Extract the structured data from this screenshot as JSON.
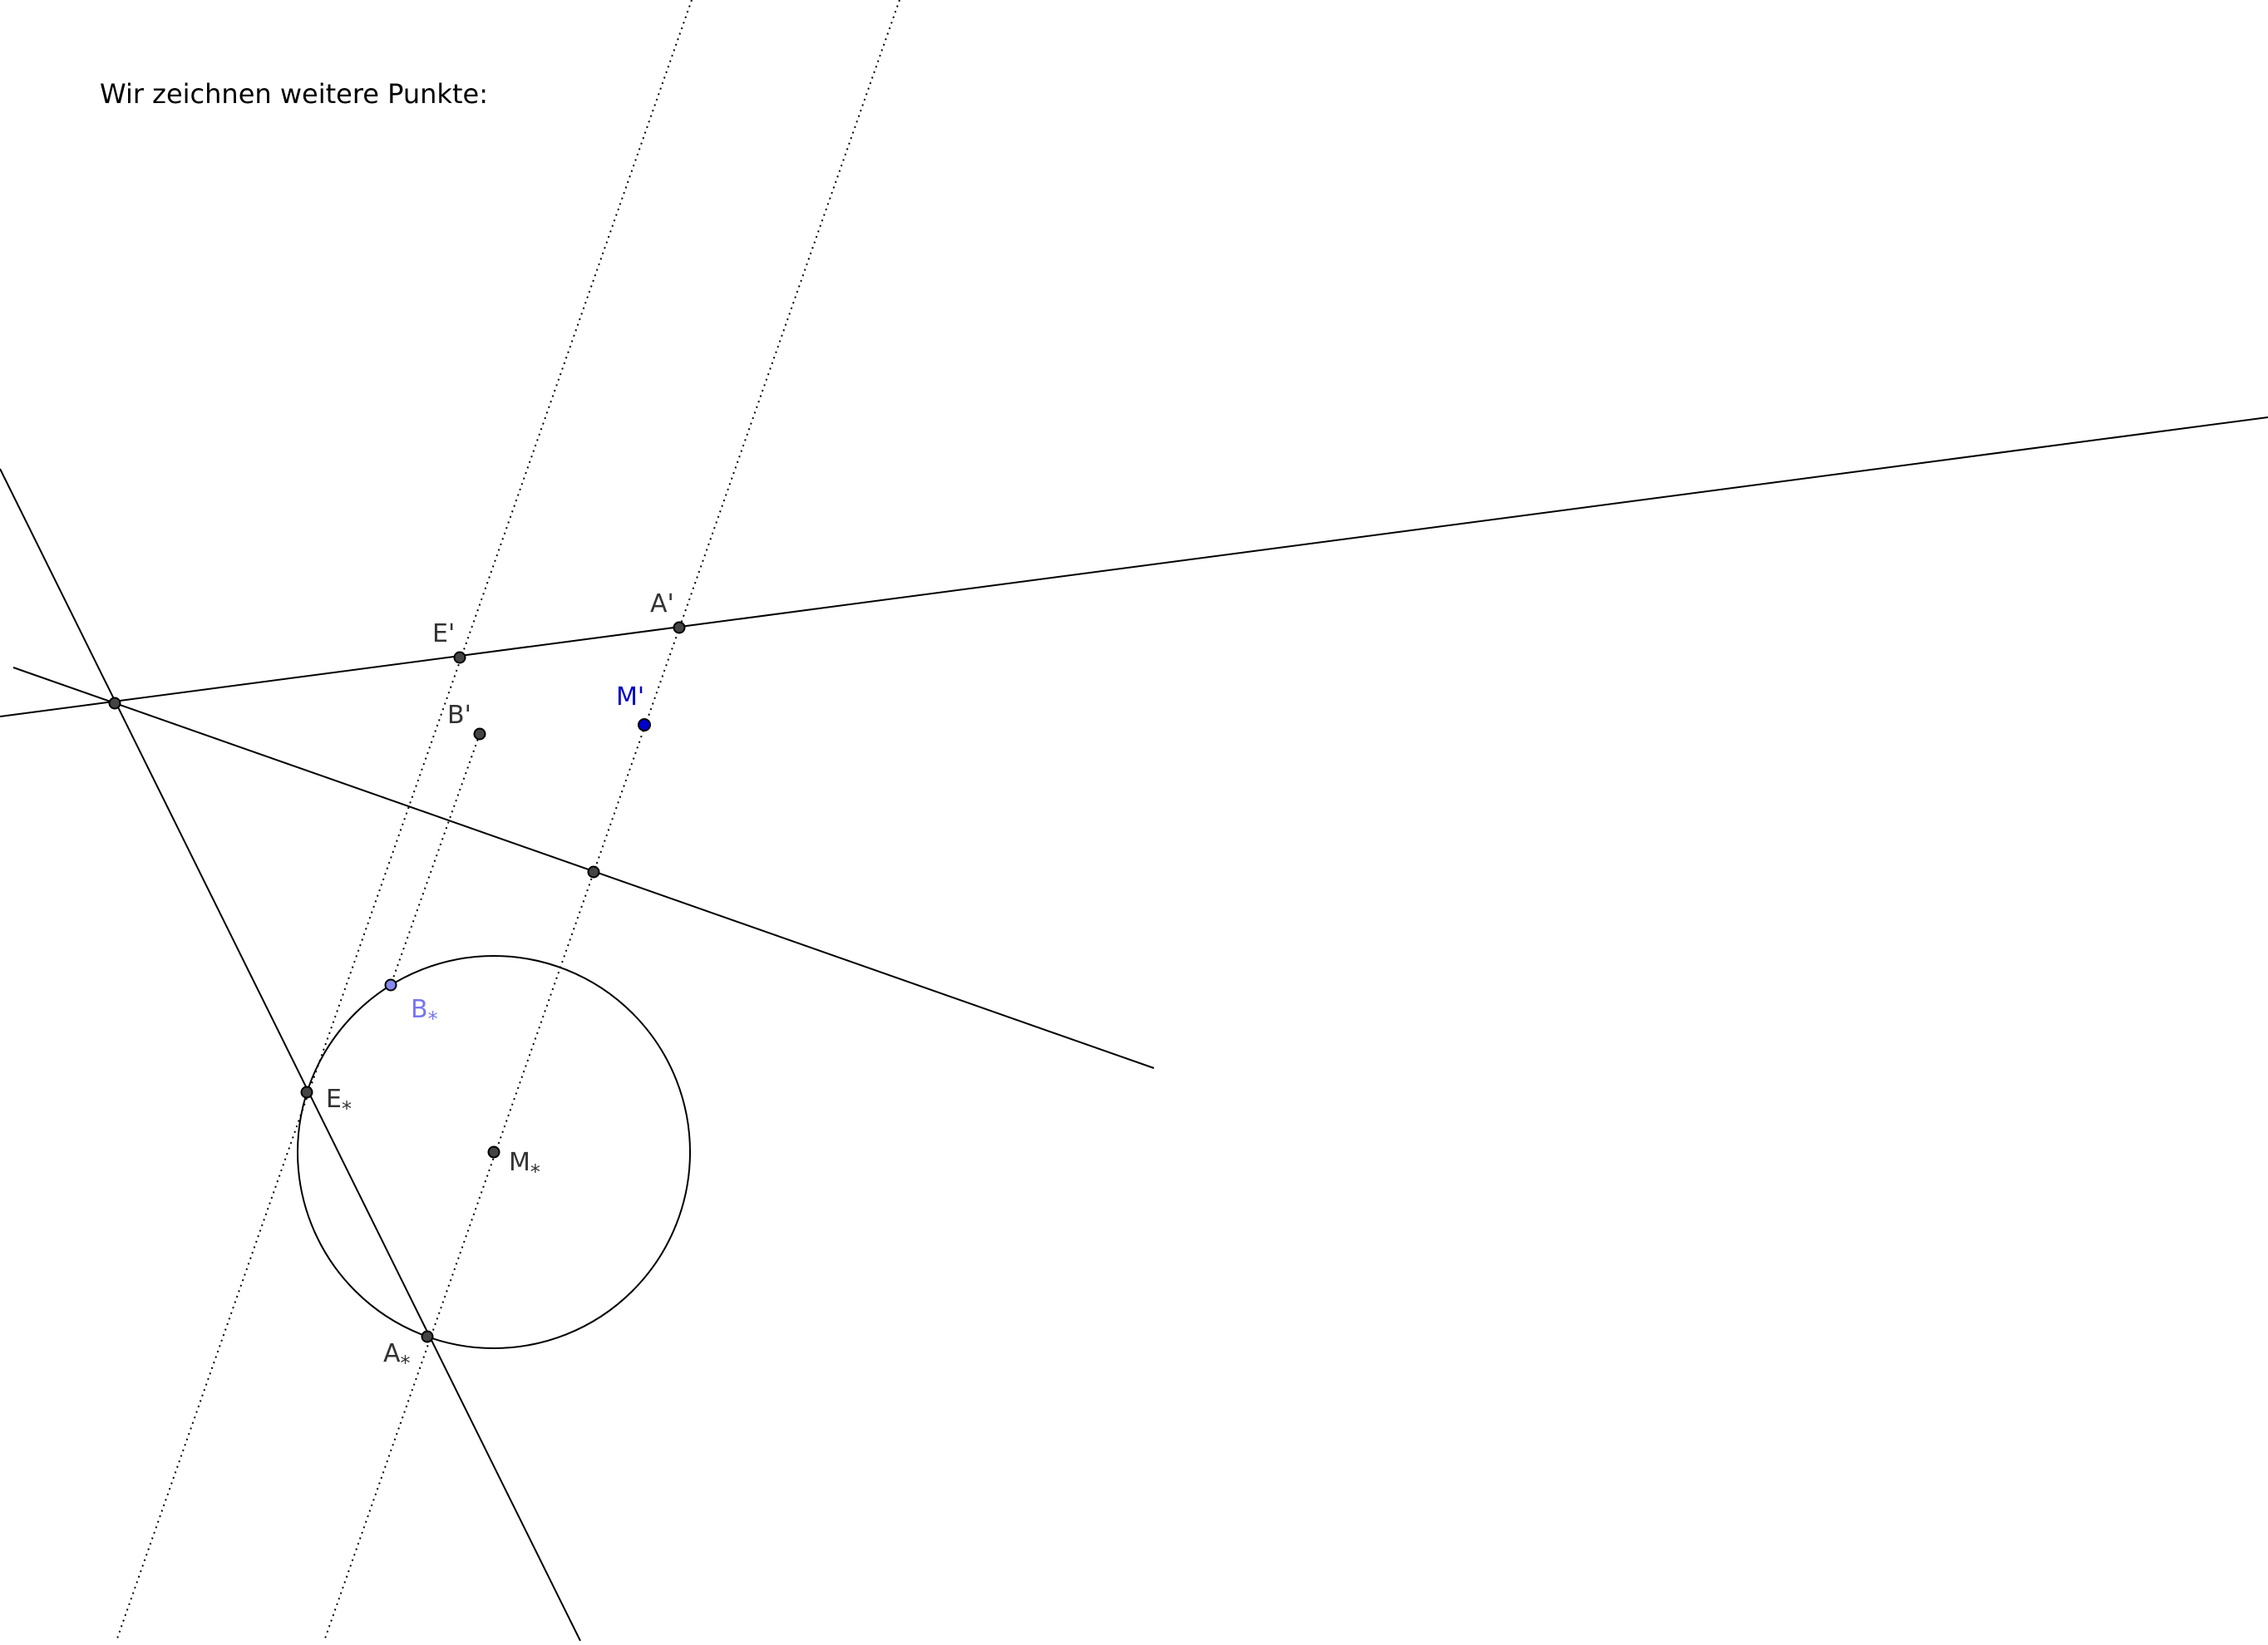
{
  "caption": "Wir zeichnen weitere Punkte:",
  "colors": {
    "line": "#000000",
    "point_fill": "#444444",
    "label": "#333333",
    "highlight_blue": "#0000cc",
    "highlight_light": "#7777ee"
  },
  "points": {
    "A_prime": {
      "label": "A'"
    },
    "E_prime": {
      "label": "E'"
    },
    "B_prime": {
      "label": "B'"
    },
    "M_prime": {
      "label": "M'"
    },
    "B_star": {
      "label": "B",
      "sub": "*"
    },
    "E_star": {
      "label": "E",
      "sub": "*"
    },
    "M_star": {
      "label": "M",
      "sub": "*"
    },
    "A_star": {
      "label": "A",
      "sub": "*"
    }
  }
}
